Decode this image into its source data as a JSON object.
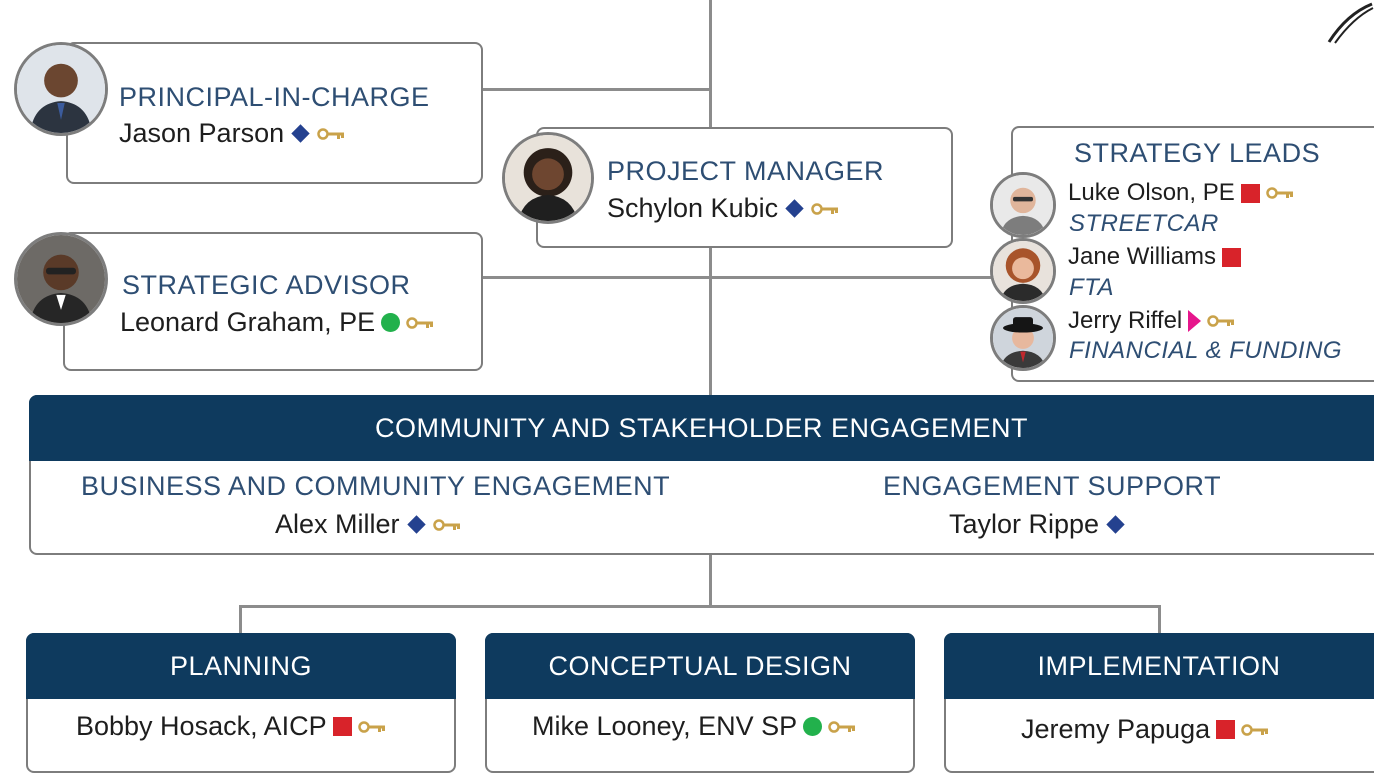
{
  "principal": {
    "title": "PRINCIPAL-IN-CHARGE",
    "name": "Jason Parson"
  },
  "project_manager": {
    "title": "PROJECT MANAGER",
    "name": "Schylon Kubic"
  },
  "strategic_advisor": {
    "title": "STRATEGIC ADVISOR",
    "name": "Leonard Graham, PE"
  },
  "strategy_leads": {
    "title": "STRATEGY LEADS",
    "members": [
      {
        "name": "Luke Olson, PE",
        "role": "STREETCAR"
      },
      {
        "name": "Jane Williams",
        "role": "FTA"
      },
      {
        "name": "Jerry Riffel",
        "role": "FINANCIAL & FUNDING"
      }
    ]
  },
  "engagement": {
    "banner": "COMMUNITY AND STAKEHOLDER ENGAGEMENT",
    "left_title": "BUSINESS AND COMMUNITY ENGAGEMENT",
    "left_name": "Alex Miller",
    "right_title": "ENGAGEMENT SUPPORT",
    "right_name": "Taylor Rippe"
  },
  "teams": [
    {
      "title": "PLANNING",
      "name": "Bobby Hosack, AICP"
    },
    {
      "title": "CONCEPTUAL DESIGN",
      "name": "Mike Looney, ENV SP"
    },
    {
      "title": "IMPLEMENTATION",
      "name": "Jeremy Papuga"
    }
  ],
  "legend_icons": {
    "diamond": "#24418f",
    "square": "#d8232a",
    "circle": "#22b14c",
    "triangle": "#e6168c",
    "key": "#c9a24a"
  }
}
